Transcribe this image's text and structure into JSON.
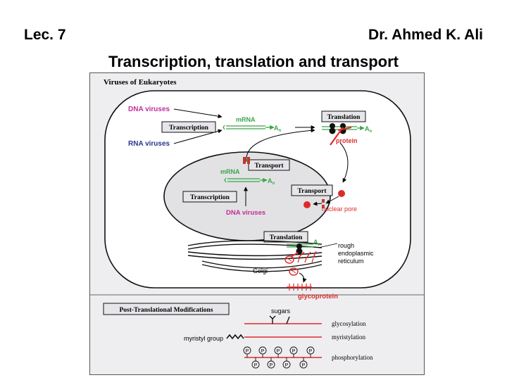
{
  "header": {
    "lecture": "Lec. 7",
    "author": "Dr. Ahmed K. Ali",
    "title": "Transcription, translation and transport"
  },
  "figure": {
    "panel_title": "Viruses of Eukaryotes",
    "cytoplasm": {
      "dna_viruses": "DNA viruses",
      "rna_viruses": "RNA viruses",
      "transcription": "Transcription",
      "mrna": "mRNA",
      "poly_a": "A",
      "poly_a_sub": "n",
      "translation": "Translation",
      "protein": "protein"
    },
    "nucleus": {
      "transport": "Transport",
      "mrna": "mRNA",
      "transcription": "Transcription",
      "dna_viruses": "DNA viruses",
      "poly_a": "A",
      "poly_a_sub": "n"
    },
    "import": {
      "transport": "Transport",
      "nuclear_pore": "nuclear pore"
    },
    "er": {
      "translation": "Translation",
      "poly_a": "A",
      "poly_a_sub": "n",
      "rough_er_line1": "rough",
      "rough_er_line2": "endoplasmic",
      "rough_er_line3": "reticulum",
      "golgi": "Golgi",
      "glycoprotein": "glycoprotein"
    },
    "ptm": {
      "title": "Post-Translational Modifications",
      "sugars": "sugars",
      "glycosylation": "glycosylation",
      "myristylation": "myristylation",
      "myristyl_group": "myristyl group",
      "phosphorylation": "phosphorylation",
      "phosphate_symbol": "P"
    },
    "colors": {
      "magenta": "#c0309a",
      "blue": "#2a3590",
      "green": "#3aa54a",
      "red": "#e02a2a",
      "panel_bg": "#eeeef0",
      "nucleus_fill": "#e2e2e4"
    }
  }
}
